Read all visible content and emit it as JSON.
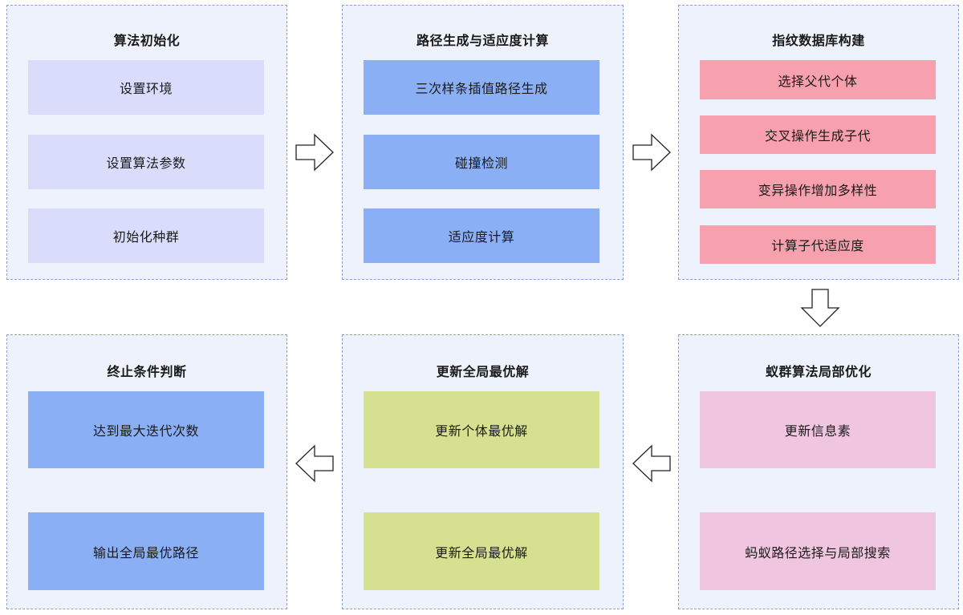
{
  "panels": [
    {
      "title": "算法初始化",
      "items": [
        "设置环境",
        "设置算法参数",
        "初始化种群"
      ]
    },
    {
      "title": "路径生成与适应度计算",
      "items": [
        "三次样条插值路径生成",
        "碰撞检测",
        "适应度计算"
      ]
    },
    {
      "title": "指纹数据库构建",
      "items": [
        "选择父代个体",
        "交叉操作生成子代",
        "变异操作增加多样性",
        "计算子代适应度"
      ]
    },
    {
      "title": "终止条件判断",
      "items": [
        "达到最大迭代次数",
        "输出全局最优路径"
      ]
    },
    {
      "title": "更新全局最优解",
      "items": [
        "更新个体最优解",
        "更新全局最优解"
      ]
    },
    {
      "title": "蚁群算法局部优化",
      "items": [
        "更新信息素",
        "蚂蚁路径选择与局部搜索"
      ]
    }
  ],
  "colors": {
    "panel_bg": "#eef2fc",
    "panel_border": "#8d9fd6",
    "lavender": "#d9dcfb",
    "blue": "#8aaff4",
    "red": "#f7a0ae",
    "green": "#d5e190",
    "pink": "#f0c5e0"
  }
}
